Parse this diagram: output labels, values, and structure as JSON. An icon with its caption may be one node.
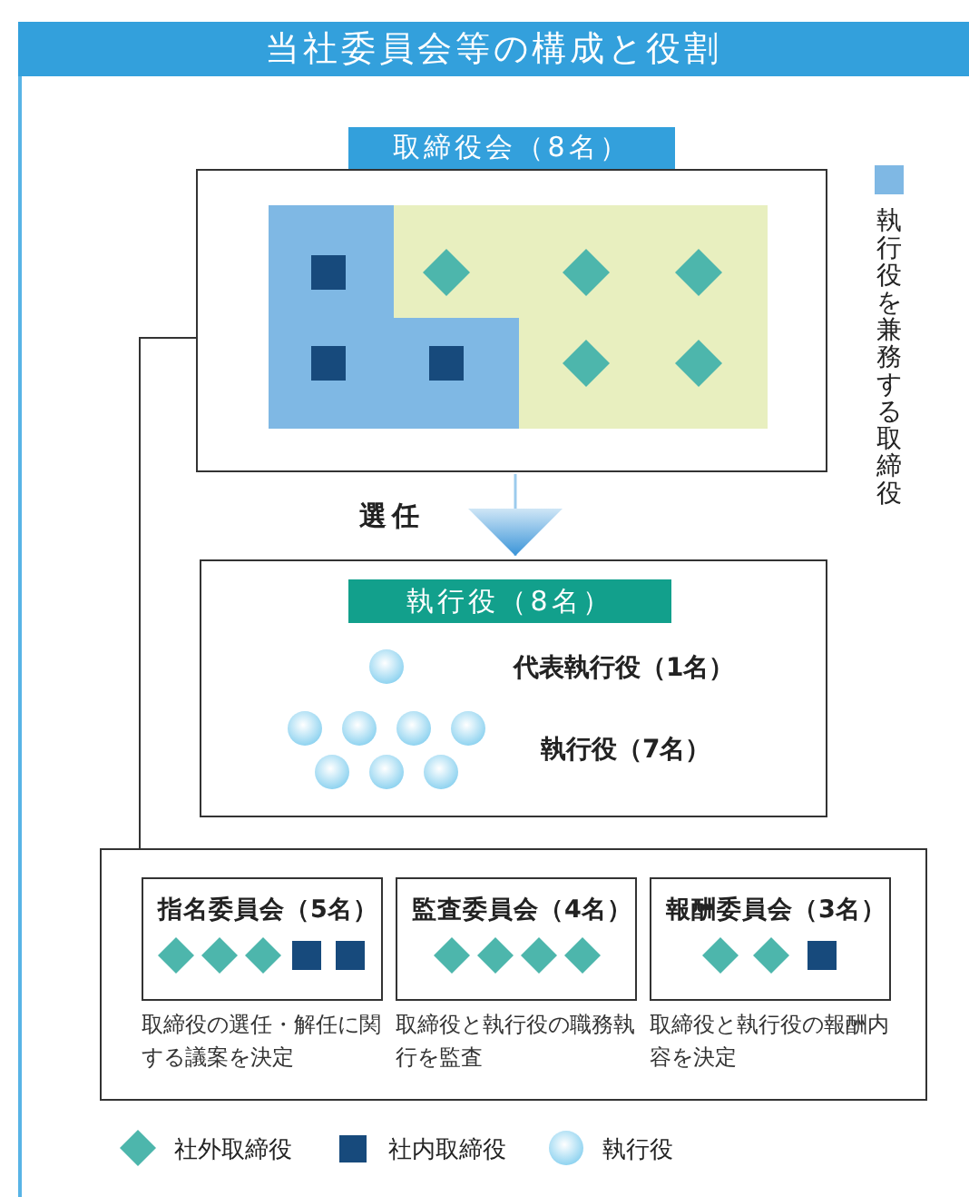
{
  "diagram": {
    "title": "当社委員会等の構成と役割",
    "nodes": [
      {
        "text": [
          "取締役会（8名）"
        ]
      },
      {
        "text": [
          "執行役（8名）",
          "代表執行役（1名）",
          "執行役（7名）"
        ]
      },
      {
        "text": [],
        "shape": "box"
      },
      {
        "text": [
          "指名委員会（5名）"
        ],
        "in": 2,
        "beside": [
          "取締役の選任・解任に関する議案を決定"
        ]
      },
      {
        "text": [
          "監査委員会（4名）"
        ],
        "in": 2,
        "beside": [
          "取締役と執行役の職務執行を監査"
        ]
      },
      {
        "text": [
          "報酬委員会（3名）"
        ],
        "in": 2,
        "beside": [
          "取締役と執行役の報酬内容を決定"
        ]
      }
    ],
    "edges": [
      {
        "from": 0,
        "to": 1,
        "arrow": "to",
        "label": "選任"
      },
      {
        "from": 0,
        "to": 2,
        "arrow": "none",
        "color": "#333333"
      }
    ],
    "legend": [
      {
        "text": "執行役を兼務する取締役",
        "color": "#7fb8e4"
      },
      {
        "text": "社外取締役"
      },
      {
        "text": "社内取締役",
        "color": "#174a7c"
      },
      {
        "text": "執行役"
      }
    ]
  }
}
